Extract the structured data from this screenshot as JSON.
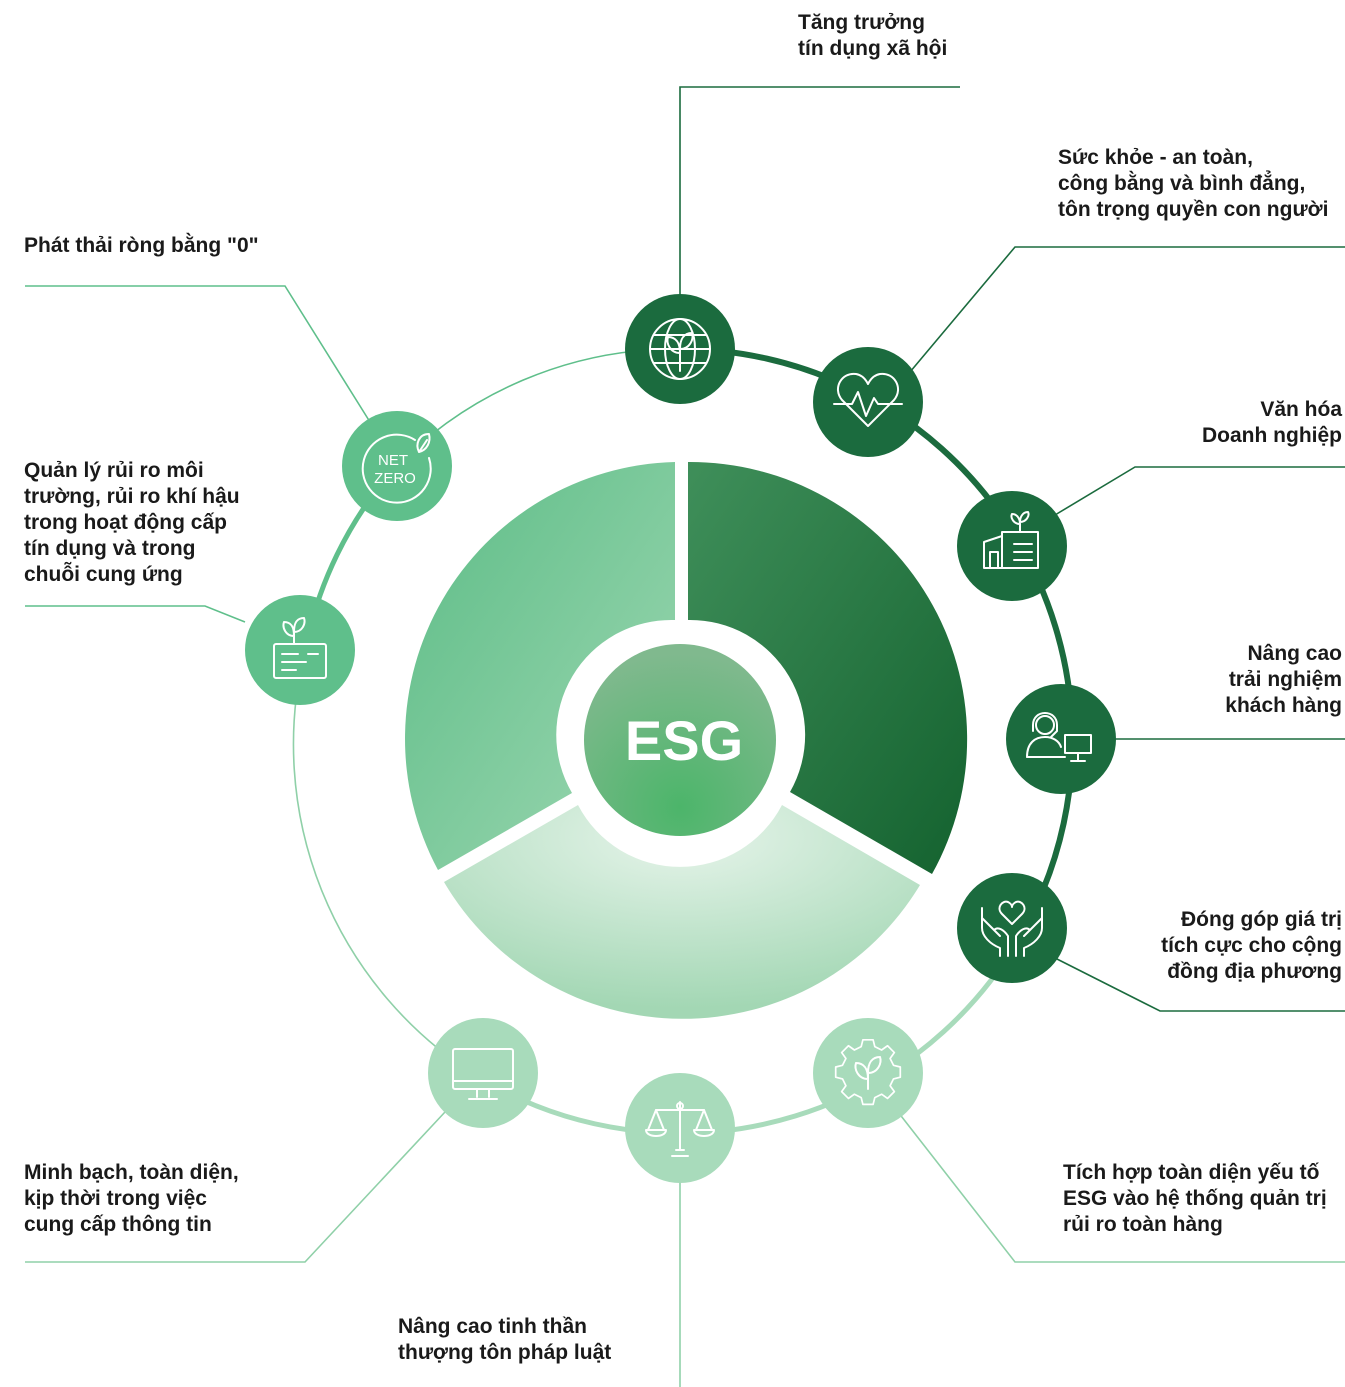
{
  "center": {
    "label": "ESG"
  },
  "colors": {
    "dark": "#1b6b3e",
    "mid": "#5fbf8b",
    "light": "#a8dbbb",
    "line": "#8fd0a8"
  },
  "nodes": [
    {
      "id": "credit",
      "icon": "globe-sprout-icon",
      "label": "Tăng trưởng\ntín dụng xã hội"
    },
    {
      "id": "health",
      "icon": "heart-pulse-icon",
      "label": "Sức khỏe - an toàn,\ncông bằng và bình đẳng,\ntôn trọng quyền con người"
    },
    {
      "id": "culture",
      "icon": "building-plant-icon",
      "label": "Văn hóa\nDoanh nghiệp"
    },
    {
      "id": "customer",
      "icon": "headset-agent-icon",
      "label": "Nâng cao\ntrải nghiệm\nkhách hàng"
    },
    {
      "id": "community",
      "icon": "hands-heart-icon",
      "label": "Đóng góp giá trị\ntích cực cho cộng\nđồng địa phương"
    },
    {
      "id": "risk",
      "icon": "gear-sprout-icon",
      "label": "Tích hợp toàn diện yếu tố\nESG vào hệ thống quản trị\nrủi ro toàn hàng"
    },
    {
      "id": "law",
      "icon": "scales-icon",
      "label": "Nâng cao tinh thần\nthượng tôn pháp luật"
    },
    {
      "id": "transparency",
      "icon": "monitor-icon",
      "label": "Minh bạch, toàn diện,\nkịp thời trong việc\ncung cấp thông tin"
    },
    {
      "id": "envrisk",
      "icon": "card-sprout-icon",
      "label": "Quản lý rủi ro môi\ntrường, rủi ro khí hậu\ntrong hoạt động cấp\ntín dụng và trong\nchuỗi cung ứng"
    },
    {
      "id": "netzero",
      "icon": "net-zero-icon",
      "label": "Phát thải ròng bằng \"0\"",
      "icon_text_1": "NET",
      "icon_text_2": "ZERO"
    }
  ]
}
